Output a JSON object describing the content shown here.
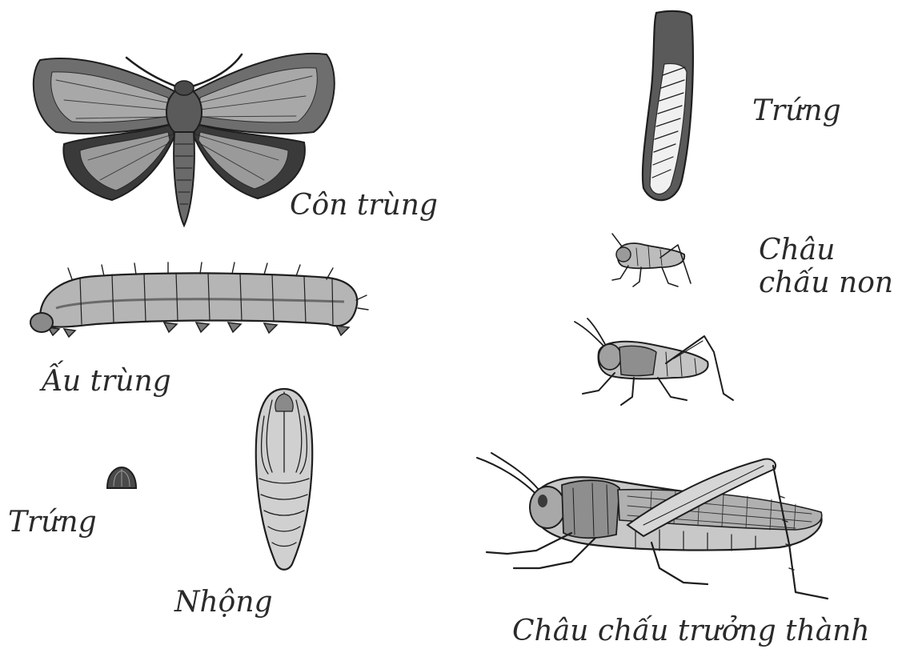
{
  "labels": {
    "moth_adult": "Côn trùng",
    "moth_larva": "Ấu trùng",
    "moth_egg": "Trứng",
    "moth_pupa": "Nhộng",
    "grasshopper_egg": "Trứng",
    "grasshopper_nymph_line1": "Châu",
    "grasshopper_nymph_line2": "chấu non",
    "grasshopper_adult": "Châu chấu trưởng thành"
  },
  "colors": {
    "ink": "#1e1e1e",
    "shade_dark": "#3a3a3a",
    "shade_mid": "#8a8a8a",
    "shade_light": "#c8c8c8",
    "background": "#ffffff"
  }
}
